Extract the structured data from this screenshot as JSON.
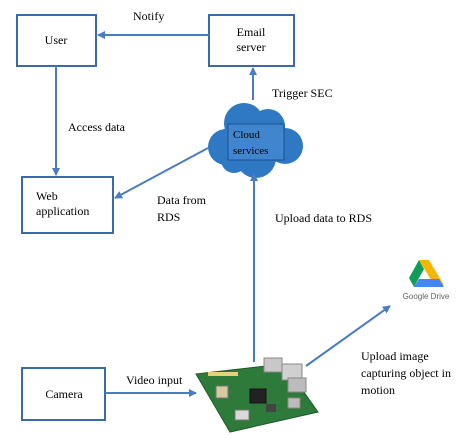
{
  "nodes": {
    "user": "User",
    "email_server": [
      "Email",
      "server"
    ],
    "cloud_services": [
      "Cloud",
      "services"
    ],
    "web_application": [
      "Web",
      "application"
    ],
    "camera": "Camera",
    "google_drive": "Google Drive"
  },
  "edges": {
    "notify": "Notify",
    "trigger_sec": "Trigger SEC",
    "access_data": "Access data",
    "data_from_rds": [
      "Data from",
      "RDS"
    ],
    "upload_data_to_rds": "Upload data to RDS",
    "video_input": "Video input",
    "upload_image": [
      "Upload image",
      "capturing object in",
      "motion"
    ]
  },
  "colors": {
    "box_border": "#3a6aa8",
    "arrow": "#4a7cc0",
    "cloud_fill": "#2f78c4",
    "cloud_inner": "#3f86cf",
    "board_green": "#2d7a3a"
  }
}
